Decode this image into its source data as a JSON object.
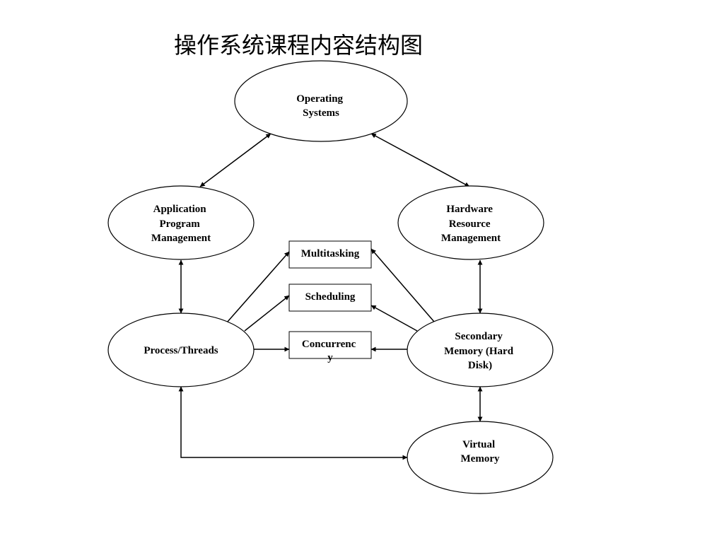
{
  "title": "操作系统课程内容结构图",
  "nodes": {
    "operating_systems": [
      "Operating",
      "Systems"
    ],
    "application": [
      "Application",
      "Program",
      "Management"
    ],
    "hardware": [
      "Hardware",
      "Resource",
      "Management"
    ],
    "process": [
      "Process/Threads"
    ],
    "secondary": [
      "Secondary",
      "Memory (Hard",
      "Disk)"
    ],
    "virtual": [
      "Virtual",
      "Memory"
    ],
    "multitasking": [
      "Multitasking"
    ],
    "scheduling": [
      "Scheduling"
    ],
    "concurrency": [
      "Concurrenc",
      "y"
    ]
  }
}
